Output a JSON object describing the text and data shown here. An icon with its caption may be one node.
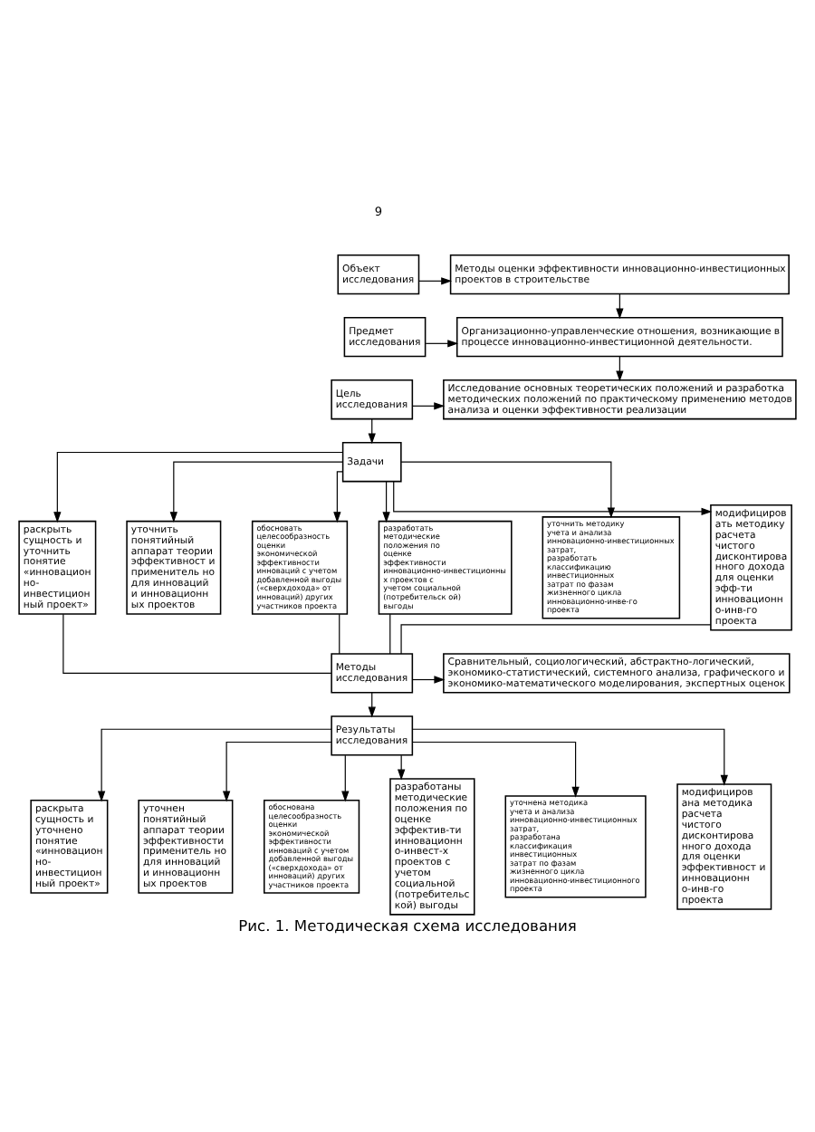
{
  "diagram": {
    "caption": "Рис. 1. Методическая схема исследования",
    "nodes": [
      {
        "text": [
          "Объект исследования"
        ]
      },
      {
        "text": [
          "Методы оценки эффективности инновационно-инвестиционных проектов в строительстве"
        ]
      },
      {
        "text": [
          "Предмет исследования"
        ]
      },
      {
        "text": [
          "Организационно-управленческие отношения, возникающие в процессе инновационно-инвестиционной деятельности."
        ]
      },
      {
        "text": [
          "Цель исследования"
        ]
      },
      {
        "text": [
          "Исследование основных теоретических положений и разработка методических положений по практическому применению методов анализа и оценки эффективности реализации"
        ]
      },
      {
        "text": [
          "Задачи"
        ]
      },
      {
        "text": [
          "раскрыть сущность и уточнить понятие «инновацион но- инвестицион ный проект»"
        ]
      },
      {
        "text": [
          "уточнить понятийный аппарат теории эффективност и применитель но для инноваций и инновационн ых проектов"
        ]
      },
      {
        "text": [
          "обосновать целесообразность оценки экономической эффективности инноваций с учетом добавленной выгоды («сверхдохода» от инноваций) других участников проекта"
        ]
      },
      {
        "text": [
          "разработать методические положения по оценке эффективности инновационно-инвестиционны х проектов с учетом социальной (потребительск ой) выгоды"
        ]
      },
      {
        "text": [
          "уточнить методику учета и анализа инновационно-инвестиционных затрат, разработать классификацию инвестиционных затрат по фазам жизненного цикла инновационно-инве-го проекта"
        ]
      },
      {
        "text": [
          "модифициров ать методику расчета чистого дисконтирова нного дохода для оценки эфф-ти инновационн о-инв-го проекта"
        ]
      },
      {
        "text": [
          "Методы исследования"
        ]
      },
      {
        "text": [
          "Сравнительный, социологический, абстрактно-логический, экономико-статистический, системного анализа, графического и экономико-математического моделирования, экспертных оценок"
        ]
      },
      {
        "text": [
          "Результаты исследования"
        ]
      },
      {
        "text": [
          "раскрыта сущность и уточнено понятие «инновацион но- инвестицион ный проект»"
        ]
      },
      {
        "text": [
          "уточнен понятийный аппарат теории эффективности применитель но для инноваций и инновационн ых проектов"
        ]
      },
      {
        "text": [
          "обоснована целесообразность оценки экономической эффективности инноваций с учетом добавленной выгоды («сверхдохода» от инноваций) других участников проекта"
        ]
      },
      {
        "text": [
          "разработаны методические положения по оценке эффектив-ти инновационн о-инвест-х проектов с учетом социальной (потребительс кой) выгоды"
        ]
      },
      {
        "text": [
          "уточнена методика учета и анализа инновационно-инвестиционных затрат, разработана классификация инвестиционных затрат по фазам жизненного цикла инновационно-инвестиционного проекта"
        ]
      },
      {
        "text": [
          "модифициров ана методика расчета чистого дисконтирова нного дохода для оценки эффективност и инновационн о-инв-го проекта"
        ]
      }
    ],
    "edges": [
      {
        "from": 0,
        "to": 1,
        "arrow": "to"
      },
      {
        "from": 1,
        "to": 3,
        "arrow": "to"
      },
      {
        "from": 2,
        "to": 3,
        "arrow": "to"
      },
      {
        "from": 3,
        "to": 5,
        "arrow": "to"
      },
      {
        "from": 4,
        "to": 5,
        "arrow": "to"
      },
      {
        "from": 4,
        "to": 6,
        "arrow": "to"
      },
      {
        "from": 6,
        "to": 7,
        "arrow": "to"
      },
      {
        "from": 6,
        "to": 8,
        "arrow": "to"
      },
      {
        "from": 6,
        "to": 9,
        "arrow": "to"
      },
      {
        "from": 6,
        "to": 10,
        "arrow": "to"
      },
      {
        "from": 6,
        "to": 11,
        "arrow": "to"
      },
      {
        "from": 6,
        "to": 12,
        "arrow": "to"
      },
      {
        "from": 7,
        "to": 13,
        "arrow": "none"
      },
      {
        "from": 9,
        "to": 13,
        "arrow": "none"
      },
      {
        "from": 10,
        "to": 13,
        "arrow": "none"
      },
      {
        "from": 12,
        "to": 13,
        "arrow": "none"
      },
      {
        "from": 13,
        "to": 14,
        "arrow": "to"
      },
      {
        "from": 13,
        "to": 15,
        "arrow": "to"
      },
      {
        "from": 15,
        "to": 16,
        "arrow": "to"
      },
      {
        "from": 15,
        "to": 17,
        "arrow": "to"
      },
      {
        "from": 15,
        "to": 18,
        "arrow": "to"
      },
      {
        "from": 15,
        "to": 19,
        "arrow": "to"
      },
      {
        "from": 15,
        "to": 20,
        "arrow": "to"
      },
      {
        "from": 15,
        "to": 21,
        "arrow": "to"
      }
    ],
    "labels": [
      "9"
    ]
  }
}
